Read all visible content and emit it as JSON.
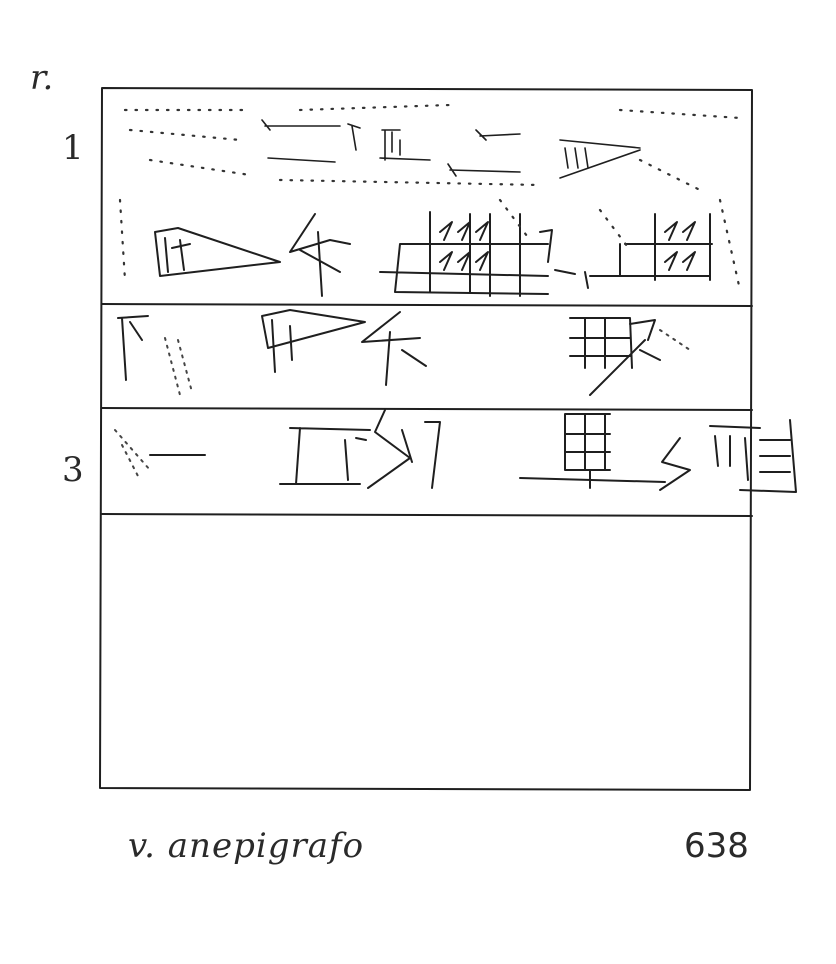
{
  "side_label": "r.",
  "line_numbers": [
    "1",
    "3"
  ],
  "reverse_note": "v. anepigrafo",
  "catalogue_number": "638"
}
